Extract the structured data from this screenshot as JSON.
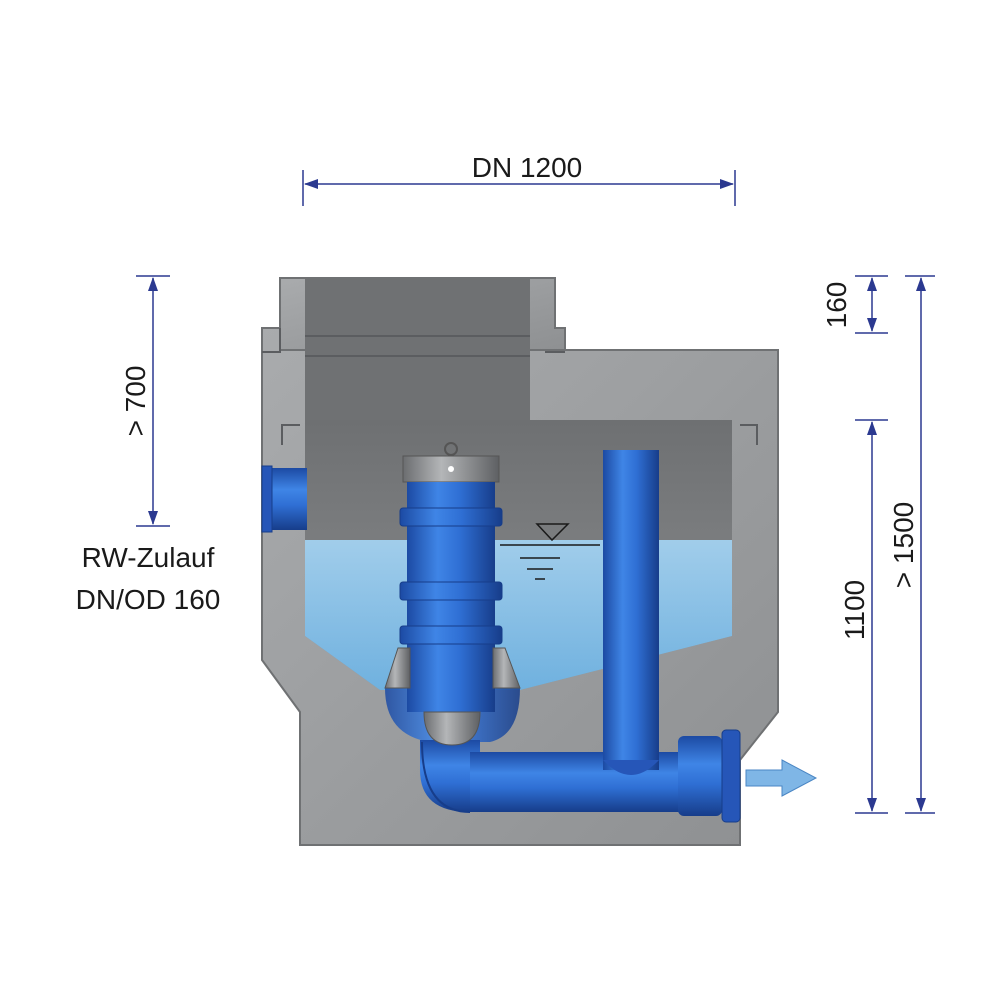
{
  "dimensions": {
    "width_label": "DN 1200",
    "depth_top_label": "> 700",
    "inlet_label_line1": "RW-Zulauf",
    "inlet_label_line2": "DN/OD 160",
    "ring_height_label": "160",
    "water_depth_label": "1100",
    "total_depth_label": "> 1500"
  },
  "colors": {
    "dimension_line": "#2b3990",
    "concrete": "#9a9c9e",
    "concrete_dark": "#6f7173",
    "shaft_interior": "#7c7e80",
    "water": "#86c3ec",
    "pipe_blue": "#2f6fd4",
    "pipe_blue_dark": "#1c4aa3",
    "flow_arrow": "#7fb6e6"
  },
  "icons": {
    "outflow_arrow": "arrow-right-icon",
    "water_level": "water-level-symbol"
  }
}
